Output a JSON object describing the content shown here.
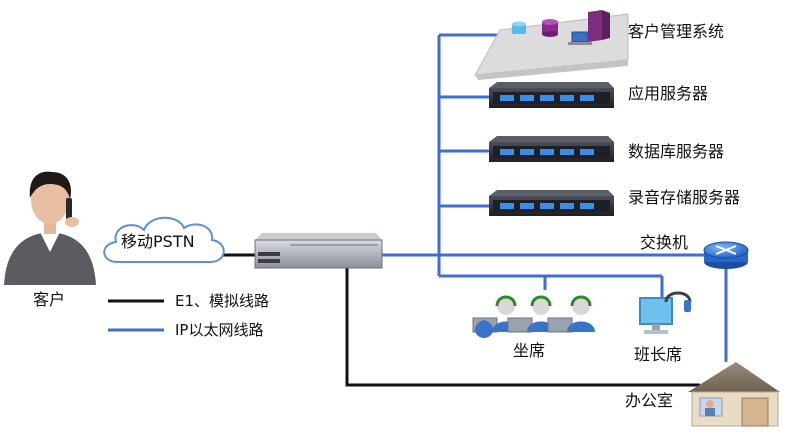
{
  "nodes": {
    "crm": "客户管理系统",
    "app_server": "应用服务器",
    "db_server": "数据库服务器",
    "rec_server": "录音存储服务器",
    "switch": "交换机",
    "pstn": "移动PSTN",
    "customer": "客户",
    "agents": "坐席",
    "supervisor": "班长席",
    "office": "办公室"
  },
  "legend": {
    "e1": "E1、模拟线路",
    "ip": "IP以太网线路"
  },
  "colors": {
    "black_line": "#111111",
    "blue_line": "#3f6fd1",
    "server_body": "#2a2d33",
    "server_front": "#1d2026",
    "server_led": "#3b8ee8"
  },
  "icons": {
    "customer": "woman-phone-icon",
    "pstn": "cloud-icon",
    "pbx": "pbx-device-icon",
    "switch": "router-icon",
    "agents": "headset-agent-icon",
    "supervisor": "computer-headset-icon",
    "office": "house-icon"
  }
}
